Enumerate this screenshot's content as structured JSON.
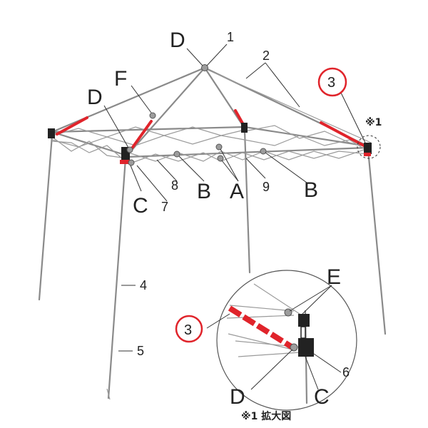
{
  "labels": {
    "d_top": "D",
    "f_left": "F",
    "d_left": "D",
    "c_left": "C",
    "b_left": "B",
    "a_center": "A",
    "b_right": "B",
    "e_inset": "E",
    "d_inset": "D",
    "c_inset": "C"
  },
  "numbers": {
    "n1": "1",
    "n2": "2",
    "n3_main": "3",
    "n3_inset": "3",
    "n4": "4",
    "n5": "5",
    "n6": "6",
    "n7": "7",
    "n8": "8",
    "n9": "9"
  },
  "notes": {
    "corner_mark": "※1",
    "inset_caption": "※1 拡大図"
  },
  "colors": {
    "accent_red": "#e0242b",
    "frame_gray": "#8a8a8a"
  }
}
